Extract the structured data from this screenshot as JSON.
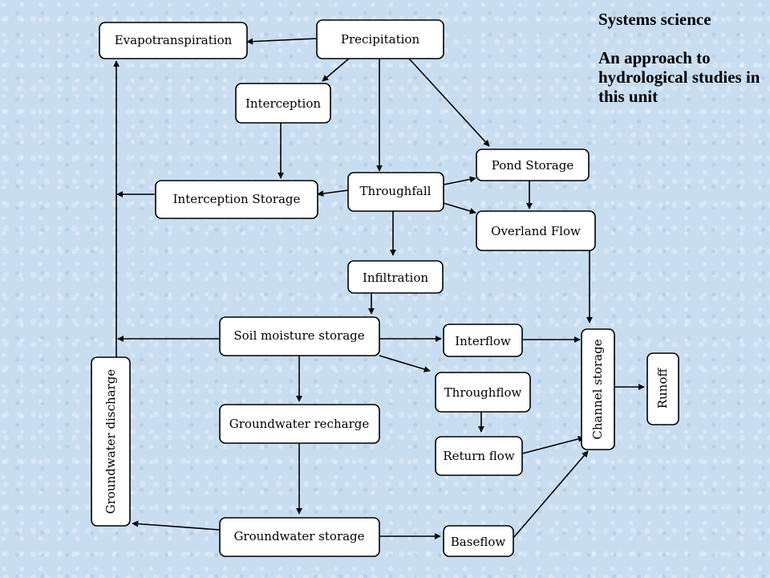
{
  "side_text": {
    "heading": "Systems science",
    "subheading": "An approach to hydrological studies in this unit"
  },
  "nodes": {
    "evapotranspiration": "Evapotranspiration",
    "precipitation": "Precipitation",
    "interception": "Interception",
    "interception_storage": "Interception Storage",
    "throughfall": "Throughfall",
    "pond_storage": "Pond Storage",
    "overland_flow": "Overland Flow",
    "infiltration": "Infiltration",
    "soil_moisture_storage": "Soil moisture storage",
    "interflow": "Interflow",
    "throughflow": "Throughflow",
    "return_flow": "Return flow",
    "groundwater_recharge": "Groundwater recharge",
    "groundwater_storage": "Groundwater storage",
    "baseflow": "Baseflow",
    "channel_storage": "Channel storage",
    "runoff": "Runoff",
    "groundwater_discharge": "Groundwater discharge"
  }
}
